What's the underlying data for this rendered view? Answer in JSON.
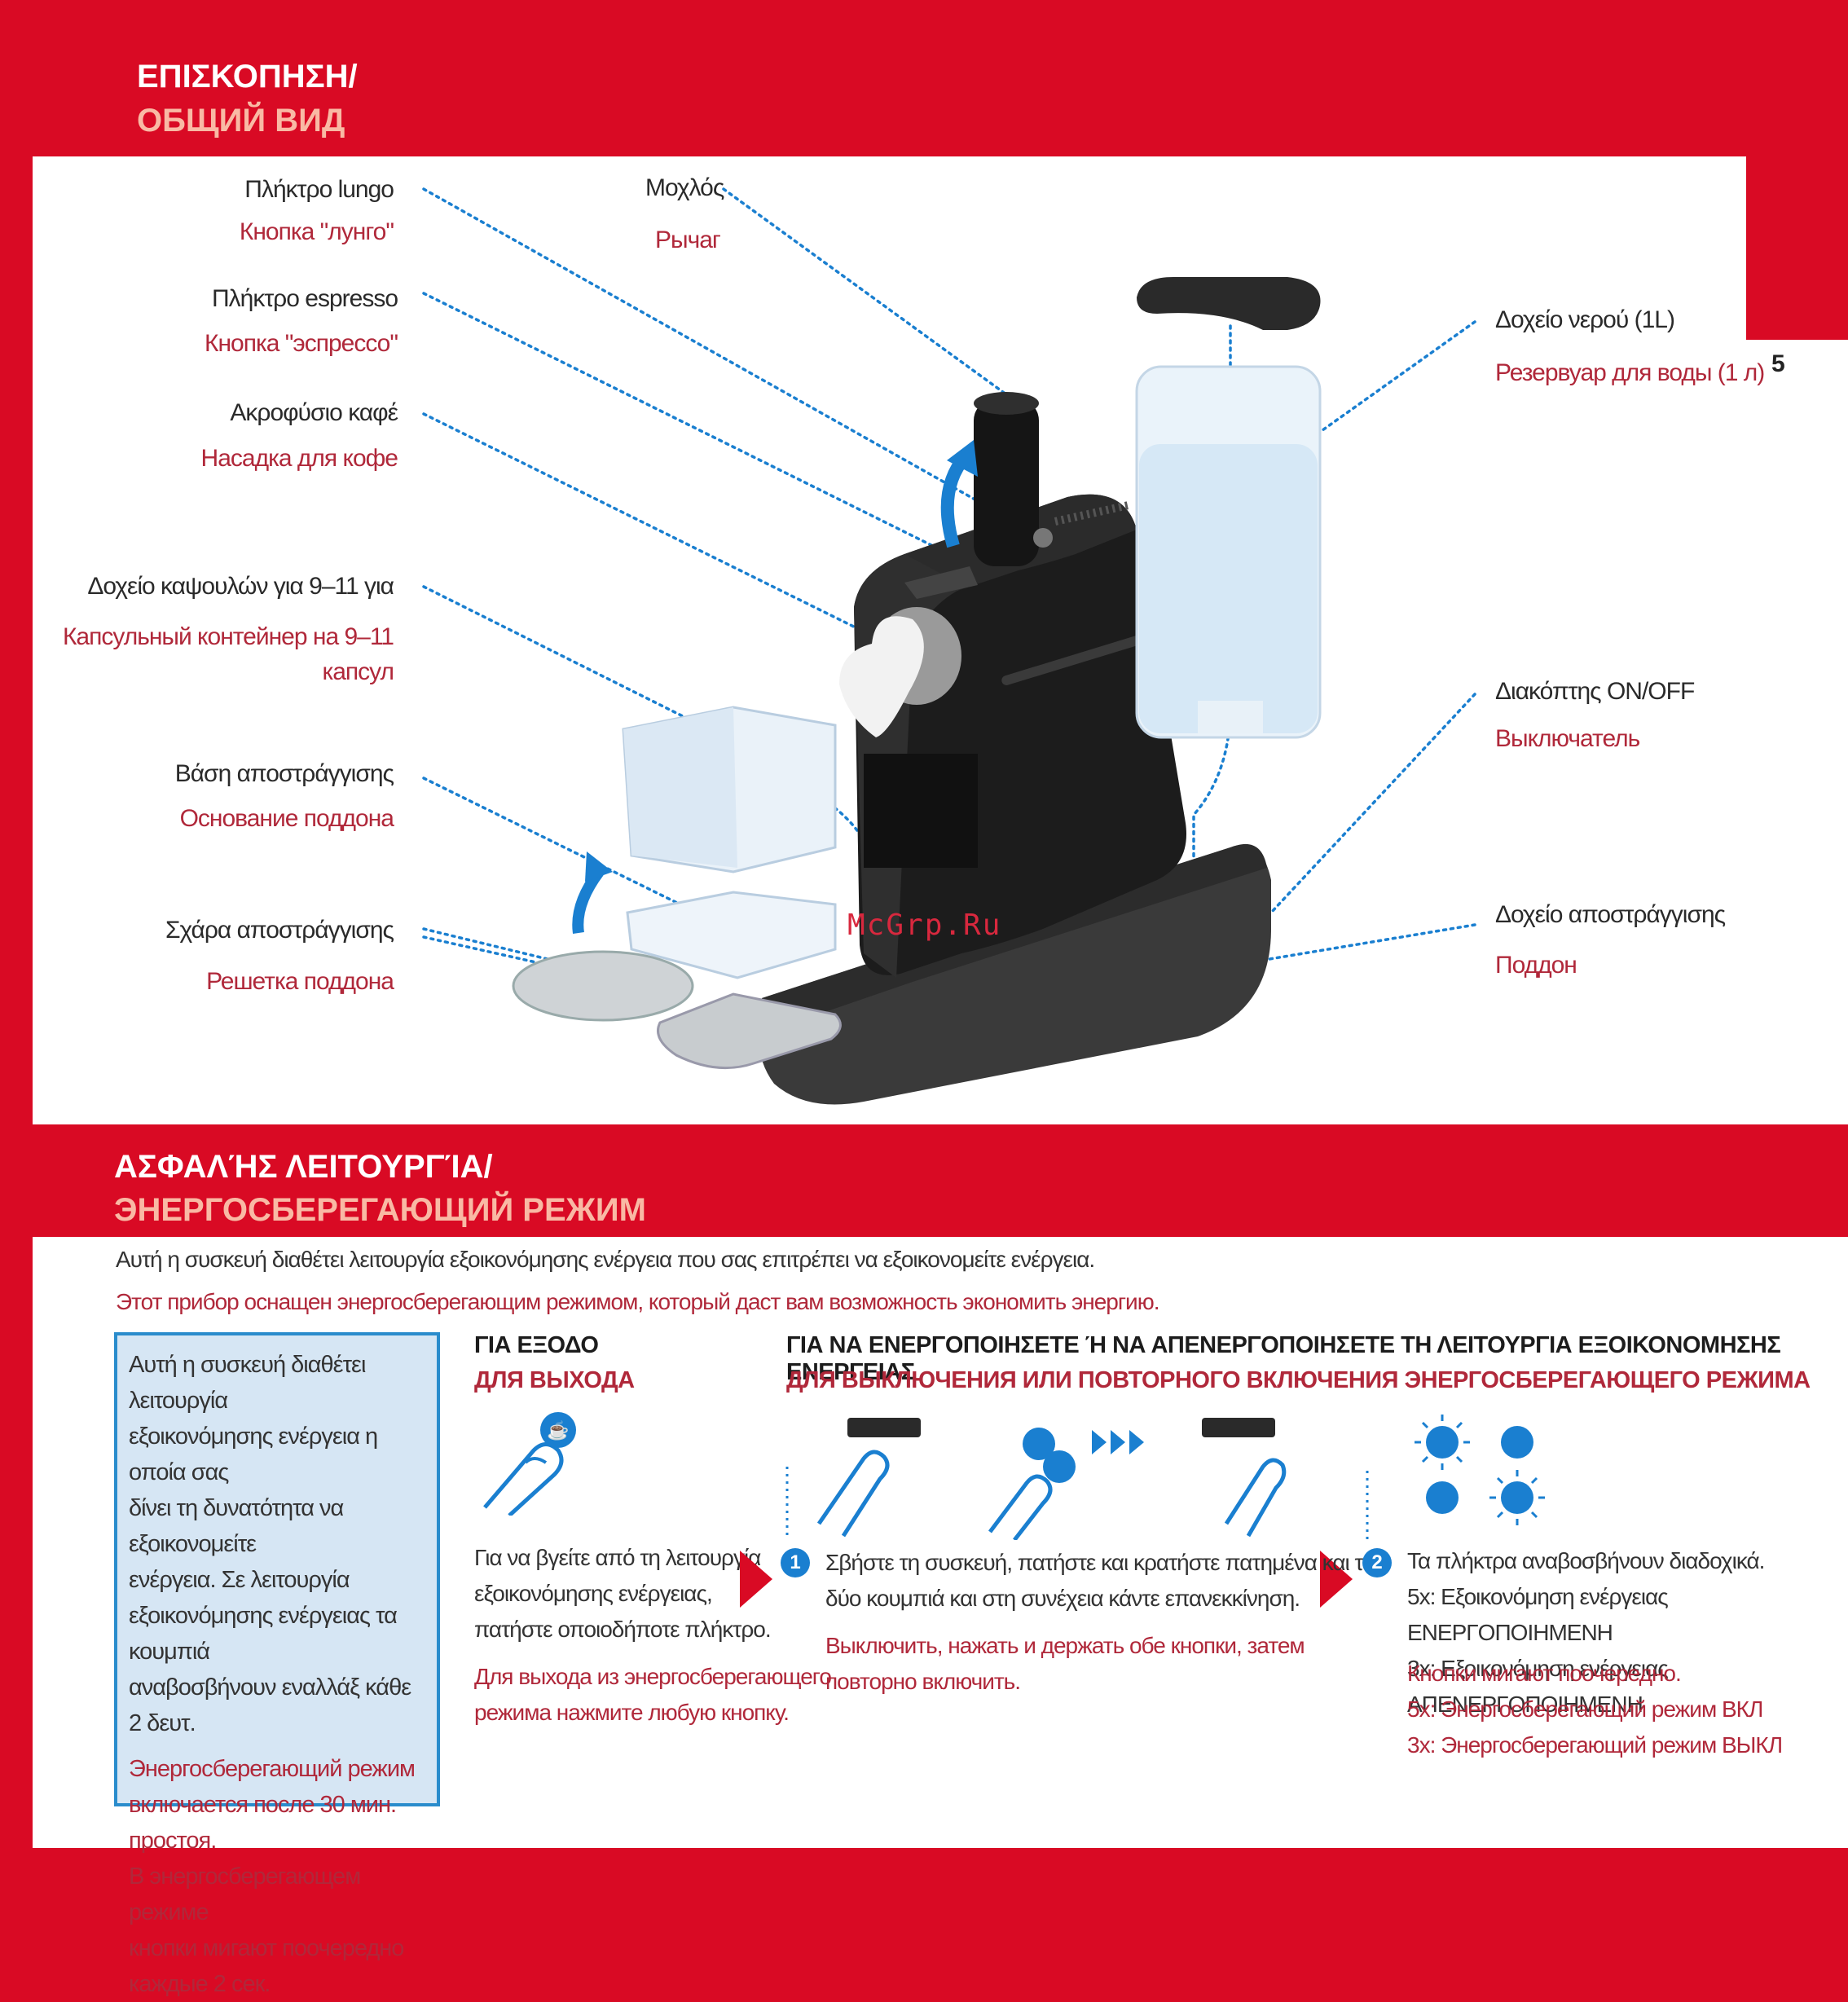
{
  "overview": {
    "title_gr": "ΕΠΙΣΚΟΠΗΣΗ/",
    "title_ru": "ОБЩИЙ ВИД",
    "page_number": "5",
    "labels": {
      "lungo_gr": "Πλήκτρο lungo",
      "lungo_ru": "Кнопка \"лунго\"",
      "espresso_gr": "Πλήκτρο espresso",
      "espresso_ru": "Кнопка \"эспрессо\"",
      "nozzle_gr": "Ακροφύσιο καφέ",
      "nozzle_ru": "Насадка для кофе",
      "capsule_gr": "Δοχείο καψουλών για 9–11 για",
      "capsule_ru_1": "Капсульный контейнер на 9–11",
      "capsule_ru_2": "капсул",
      "dripbase_gr": "Βάση αποστράγγισης",
      "dripbase_ru": "Основание поддона",
      "dripgrid_gr": "Σχάρα αποστράγγισης",
      "dripgrid_ru": "Решетка поддона",
      "lever_gr": "Μοχλός",
      "lever_ru": "Рычаг",
      "tank_gr": "Δοχείο νερού (1L)",
      "tank_ru": "Резервуар для воды (1 л)",
      "switch_gr": "Διακόπτης ON/OFF",
      "switch_ru": "Выключатель",
      "driptray_gr": "Δοχείο αποστράγγισης",
      "driptray_ru": "Поддон"
    },
    "watermark": "McGrp.Ru"
  },
  "energy": {
    "title_gr": "ΑΣΦΑΛΉΣ ΛΕΙΤΟΥΡΓΊΑ/",
    "title_ru": "ЭНЕРГОСБЕРЕГАЮЩИЙ РЕЖИМ",
    "intro_gr": "Αυτή η συσκευή διαθέτει λειτουργία εξοικονόμησης ενέργεια που σας επιτρέπει να εξοικονομείτε ενέργεια.",
    "intro_ru": "Этот прибор оснащен энергосберегающим режимом, который даст вам возможность экономить энергию.",
    "box_gr": [
      "Αυτή η συσκευή διαθέτει λειτουργία",
      "εξοικονόμησης ενέργεια η οποία σας",
      "δίνει τη δυνατότητα να εξοικονομείτε",
      "ενέργεια. Σε λειτουργία",
      "εξοικονόμησης ενέργειας τα κουμπιά",
      "αναβοσβήνουν εναλλάξ κάθε 2 δευτ."
    ],
    "box_ru": [
      "Энергосберегающий режим",
      "включается после 30 мин.",
      "простоя.",
      "В энергосберегающем режиме",
      "кнопки мигают поочередно",
      "каждые 2 сек."
    ],
    "exit_heading_gr": "ΓΙΑ ΕΞΟΔΟ",
    "exit_heading_ru": "ДЛЯ ВЫХОДА",
    "exit_gr": [
      "Για να βγείτε από τη λειτουργία",
      "εξοικονόμησης ενέργειας,",
      "πατήστε οποιοδήποτε πλήκτρο."
    ],
    "exit_ru": [
      "Для выхода из энергосберегающего",
      "режима нажмите любую кнопку."
    ],
    "toggle_heading_gr": "ΓΙΑ ΝΑ ΕΝΕΡΓΟΠΟΙΗΣΕΤΕ Ή ΝΑ ΑΠΕΝΕΡΓΟΠΟΙΗΣΕΤΕ ΤΗ ΛΕΙΤΟΥΡΓΙΑ ΕΞΟΙΚΟΝΟΜΗΣΗΣ ΕΝΕΡΓΕΙΑΣ",
    "toggle_heading_ru": "ДЛЯ ВЫКЛЮЧЕНИЯ ИЛИ ПОВТОРНОГО ВКЛЮЧЕНИЯ ЭНЕРГОСБЕРЕГАЮЩЕГО РЕЖИМА",
    "step1_num": "1",
    "step1_gr": [
      "Σβήστε τη συσκευή, πατήστε και κρατήστε πατημένα και τα",
      "δύο κουμπιά και στη συνέχεια κάντε επανεκκίνηση."
    ],
    "step1_ru": [
      "Выключить, нажать и держать обе кнопки, затем",
      "повторно включить."
    ],
    "step2_num": "2",
    "step2_gr": [
      "Τα πλήκτρα αναβοσβήνουν διαδοχικά.",
      "5x: Εξοικονόμηση ενέργειας ΕΝΕΡΓΟΠΟΙΗΜΕΝΗ",
      "3x: Εξοικονόμηση ενέργειας ΑΠΕΝΕΡΓΟΠΟΙΗΜΕΝΗ"
    ],
    "step2_ru": [
      "Кнопки мигают поочередно.",
      "5x: Энергосберегающий режим ВКЛ",
      "3x: Энергосберегающий режим ВЫКЛ"
    ]
  },
  "colors": {
    "brand_red": "#d90a24",
    "russian_text": "#b0283a",
    "callout_blue": "#1a7fd0"
  }
}
